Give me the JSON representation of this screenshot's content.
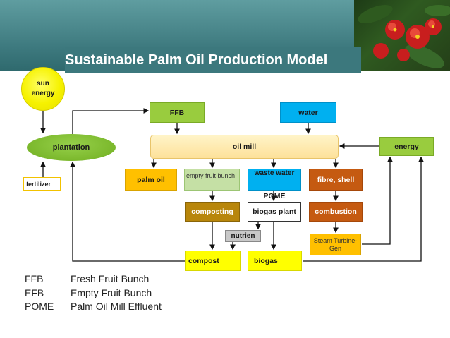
{
  "title": "Sustainable Palm Oil Production Model",
  "nodes": {
    "sun": "sun energy",
    "plantation": "plantation",
    "fertilizer": "fertilizer",
    "ffb": "FFB",
    "water_top": "water",
    "oil_mill": "oil mill",
    "energy": "energy",
    "palm_oil": "palm oil",
    "efb": "empty fruit bunch",
    "waste_water": "waste water",
    "pome": "POME",
    "fibre_shell": "fibre, shell",
    "composting": "composting",
    "biogas_plant": "biogas plant",
    "combustion": "combustion",
    "nutrien": "nutrien",
    "steam": "Steam Turbine-Gen",
    "compost": "compost",
    "biogas": "biogas"
  },
  "legend": [
    {
      "abbr": "FFB",
      "text": "Fresh Fruit Bunch"
    },
    {
      "abbr": "EFB",
      "text": "Empty Fruit Bunch"
    },
    {
      "abbr": "POME",
      "text": "Palm Oil Mill Effluent"
    }
  ],
  "colors": {
    "header": "#3c787d",
    "green": "#99cc3e",
    "blue": "#00b0f0",
    "orange": "#ffc000",
    "brown": "#c55a11",
    "yellow": "#ffff00"
  }
}
